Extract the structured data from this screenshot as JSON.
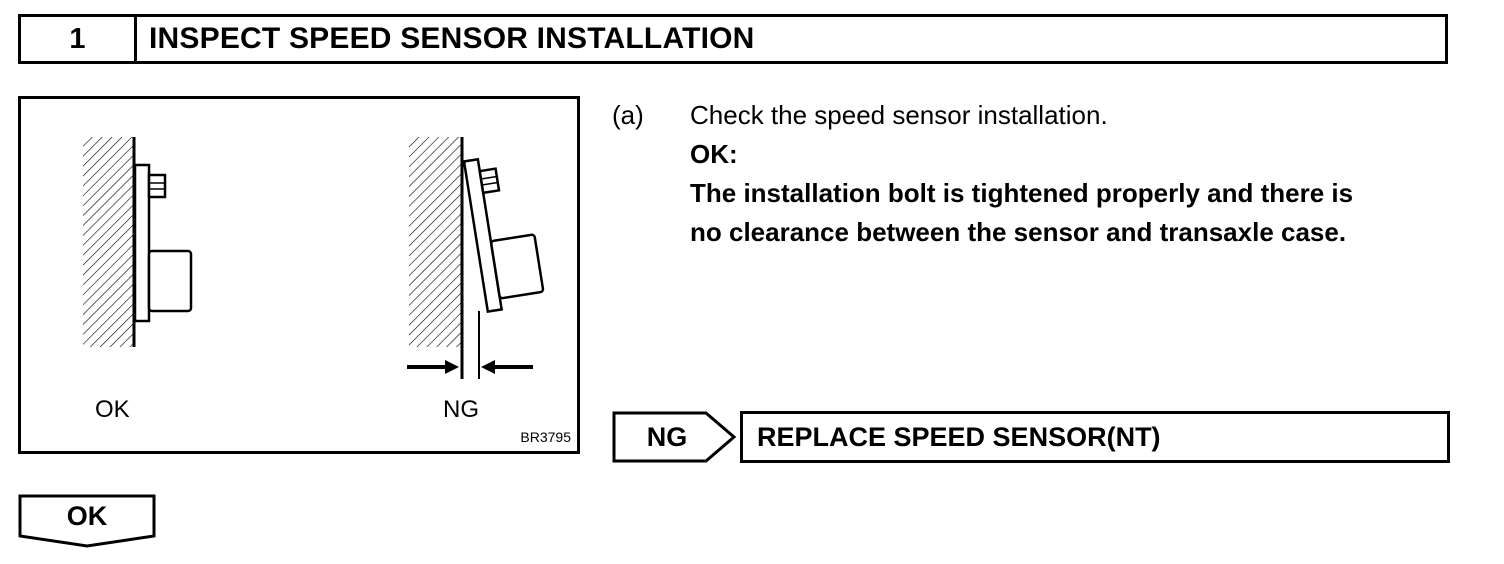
{
  "step": {
    "number": "1",
    "title": "INSPECT SPEED SENSOR INSTALLATION"
  },
  "figure": {
    "label_ok": "OK",
    "label_ng": "NG",
    "code": "BR3795"
  },
  "instruction": {
    "marker": "(a)",
    "text": "Check the speed sensor installation.",
    "ok_label": "OK:",
    "ok_line1": "The installation bolt is tightened properly and there is",
    "ok_line2": "no clearance between the sensor and transaxle case."
  },
  "ng_branch": {
    "tag": "NG",
    "action": "REPLACE SPEED SENSOR(NT)"
  },
  "ok_branch": {
    "tag": "OK"
  }
}
